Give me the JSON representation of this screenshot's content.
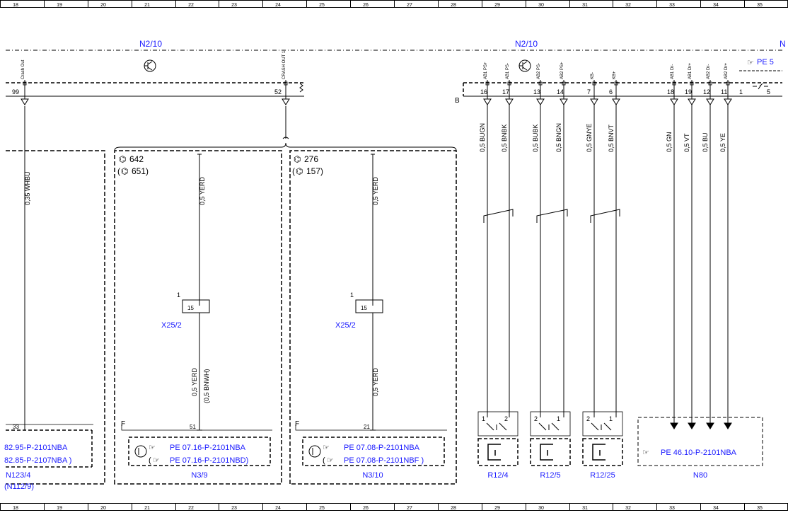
{
  "grid": {
    "columns": [
      "18",
      "19",
      "20",
      "21",
      "22",
      "23",
      "24",
      "25",
      "26",
      "27",
      "28",
      "29",
      "30",
      "31",
      "32",
      "33",
      "34",
      "35"
    ]
  },
  "header": {
    "module_left": "N2/10",
    "module_right": "N2/10",
    "module_far": "N"
  },
  "connector_B": "B",
  "pins": [
    {
      "num": "99",
      "signal": "Crash Out"
    },
    {
      "num": "52",
      "signal": "CRASH OUT 1"
    },
    {
      "num": "16",
      "signal": "AB1 PS+"
    },
    {
      "num": "17",
      "signal": "AB1 PS-"
    },
    {
      "num": "13",
      "signal": "AB2 PS-"
    },
    {
      "num": "14",
      "signal": "AB2 PS+"
    },
    {
      "num": "7",
      "signal": "KB-"
    },
    {
      "num": "6",
      "signal": "KB+"
    },
    {
      "num": "18",
      "signal": "AB1 Dr-"
    },
    {
      "num": "19",
      "signal": "AB1 Dr+"
    },
    {
      "num": "12",
      "signal": "AB2 Dr-"
    },
    {
      "num": "11",
      "signal": "AB2 Dr+"
    },
    {
      "num": "1",
      "signal": ""
    },
    {
      "num": "5",
      "signal": ""
    }
  ],
  "ref_top_right": "PE 5",
  "wires": [
    {
      "label": "0,35 WHBU"
    },
    {
      "label": "0,5 YERD"
    },
    {
      "label": "0,5 YERD"
    },
    {
      "label": "0,5 BUGN"
    },
    {
      "label": "0,5 BNBK"
    },
    {
      "label": "0,5 BUBK"
    },
    {
      "label": "0,5 BNGN"
    },
    {
      "label": "0,5 GNYE"
    },
    {
      "label": "0,5 BNVT"
    },
    {
      "label": "0,5 GN"
    },
    {
      "label": "0,5 VT"
    },
    {
      "label": "0,5 BU"
    },
    {
      "label": "0,5 YE"
    }
  ],
  "lower_wires": {
    "n39_a": "0,5 YERD",
    "n39_b": "(0,5 BNWH)",
    "n310": "0,5 YERD"
  },
  "engine_codes": {
    "left_main": "642",
    "left_alt": "651)",
    "left_alt_open": "(",
    "right_main": "276",
    "right_alt": "157)",
    "right_alt_open": "("
  },
  "x25_left": {
    "pin_top": "1",
    "pin": "15",
    "name": "X25/2"
  },
  "x25_right": {
    "pin_top": "1",
    "pin": "15",
    "name": "X25/2"
  },
  "n123": {
    "pin": "33",
    "ref1": "82.95-P-2101NBA",
    "ref2": "82.85-P-2107NBA )",
    "name": "N123/4",
    "name2": "(N112/9)"
  },
  "n39": {
    "fuse": "F",
    "pin": "51",
    "ref1": "PE 07.16-P-2101NBA",
    "ref2_open": "(",
    "ref2": "PE 07.16-P-2101NBD)",
    "name": "N3/9"
  },
  "n310": {
    "fuse": "F",
    "pin": "21",
    "ref1": "PE 07.08-P-2101NBA",
    "ref2_open": "(",
    "ref2": "PE 07.08-P-2101NBF )",
    "name": "N3/10"
  },
  "sensors": [
    {
      "name": "R12/4",
      "pin_l": "1",
      "pin_r": "2"
    },
    {
      "name": "R12/5",
      "pin_l": "2",
      "pin_r": "1"
    },
    {
      "name": "R12/25",
      "pin_l": "2",
      "pin_r": "1"
    }
  ],
  "n80": {
    "ref": "PE 46.10-P-2101NBA",
    "name": "N80"
  }
}
